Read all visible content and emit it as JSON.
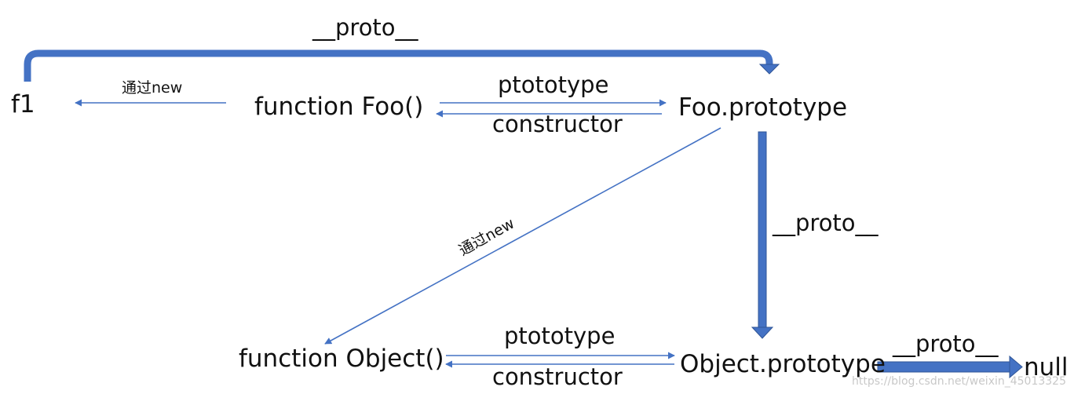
{
  "nodes": {
    "f1": "f1",
    "foo_function": "function Foo()",
    "foo_prototype": "Foo.prototype",
    "object_function": "function Object()",
    "object_prototype": "Object.prototype",
    "null_value": "null"
  },
  "edges": {
    "proto_top": "__proto__",
    "new_f1": "通过new",
    "foo_prototype_link": "ptototype",
    "foo_constructor_link": "constructor",
    "new_diagonal": "通过new",
    "proto_vertical": "__proto__",
    "object_prototype_link": "ptototype",
    "object_constructor_link": "constructor",
    "proto_null": "__proto__"
  },
  "watermark": "https://blog.csdn.net/weixin_45013325",
  "colors": {
    "arrow": "#4472c4",
    "arrow_dark": "#2f5597",
    "text": "#111111",
    "watermark": "#c8c8c8"
  }
}
